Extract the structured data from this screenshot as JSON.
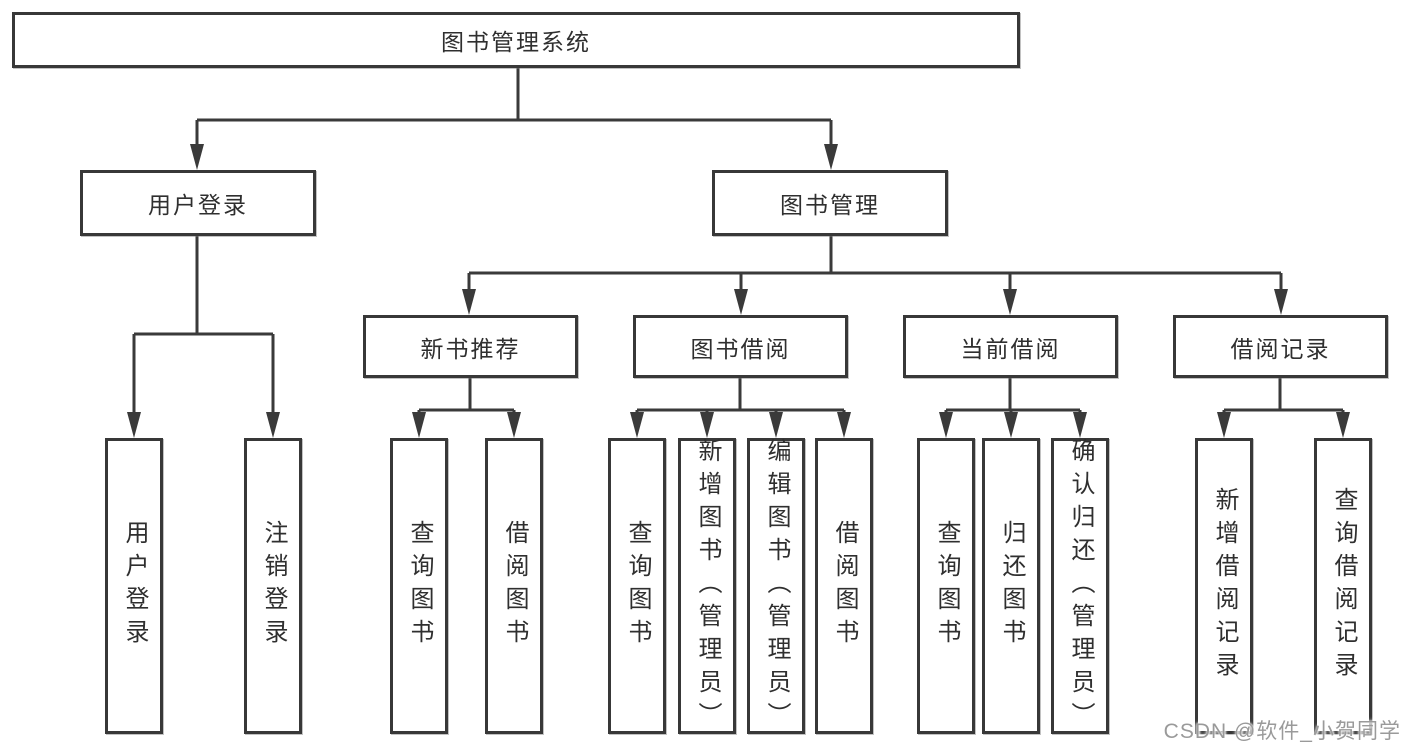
{
  "diagram": {
    "root": {
      "label": "图书管理系统"
    },
    "user_login": {
      "label": "用户登录",
      "children": [
        "用户登录",
        "注销登录"
      ]
    },
    "book_management": {
      "label": "图书管理",
      "sections": [
        {
          "label": "新书推荐",
          "children": [
            "查询图书",
            "借阅图书"
          ]
        },
        {
          "label": "图书借阅",
          "children": [
            "查询图书",
            "新增图书（管理员）",
            "编辑图书（管理员）",
            "借阅图书"
          ]
        },
        {
          "label": "当前借阅",
          "children": [
            "查询图书",
            "归还图书",
            "确认归还（管理员）"
          ]
        },
        {
          "label": "借阅记录",
          "children": [
            "新增借阅记录",
            "查询借阅记录"
          ]
        }
      ]
    }
  },
  "watermark": "CSDN @软件_小贺同学",
  "colors": {
    "line": "#3a3a3a",
    "box_border": "#383838",
    "text": "#2f2f2f",
    "watermark": "#9a9a9a",
    "background": "#ffffff"
  }
}
